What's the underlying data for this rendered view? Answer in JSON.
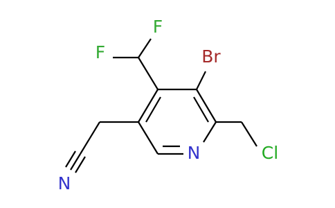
{
  "molecule": {
    "atoms": {
      "fluorine_top": "F",
      "fluorine_left": "F",
      "bromine": "Br",
      "ring_nitrogen": "N",
      "nitrile_nitrogen": "N",
      "chlorine": "Cl"
    },
    "colors": {
      "bond": "#000000",
      "fluorine": "#33AA33",
      "bromine": "#A52A2A",
      "nitrogen": "#3333CC",
      "chlorine": "#22AA22"
    }
  }
}
